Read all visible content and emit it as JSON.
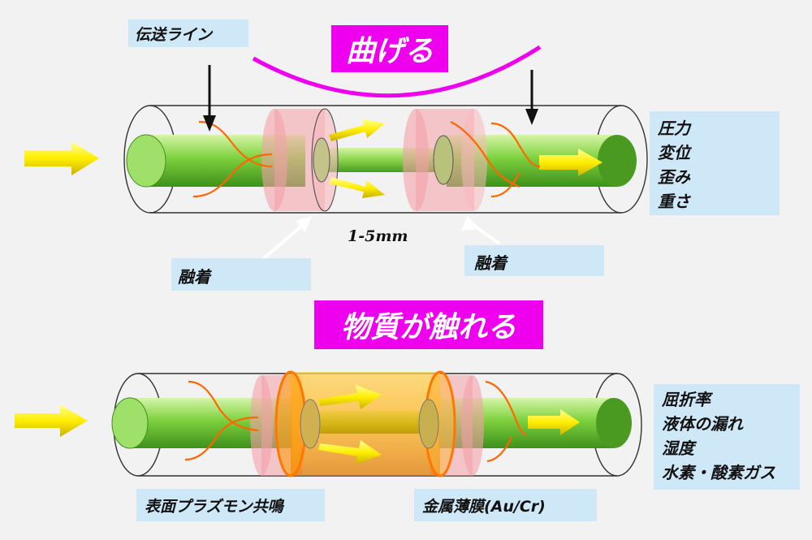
{
  "top": {
    "title": "曲げる",
    "transmission_line_label": "伝送ライン",
    "gap_label": "1-5mm",
    "fusion_left_label": "融着",
    "fusion_right_label": "融着",
    "measurands": [
      "圧力",
      "変位",
      "歪み",
      "重さ"
    ]
  },
  "bottom": {
    "title": "物質が触れる",
    "spr_label": "表面プラズモン共鳴",
    "metal_film_label": "金属薄膜(Au/Cr)",
    "measurands": [
      "屈折率",
      "液体の漏れ",
      "湿度",
      "水素・酸素ガス"
    ]
  },
  "colors": {
    "title_bg": "#ee00ee",
    "label_bg": "#cfe8f8",
    "fiber_core": "#66cc33",
    "fusion_pink": "#f4a0a8",
    "metal_film": "#ffaa00",
    "arrow_yellow": "#ffff00",
    "wave_orange": "#ff6600",
    "bend_curve": "#ee00ee"
  }
}
